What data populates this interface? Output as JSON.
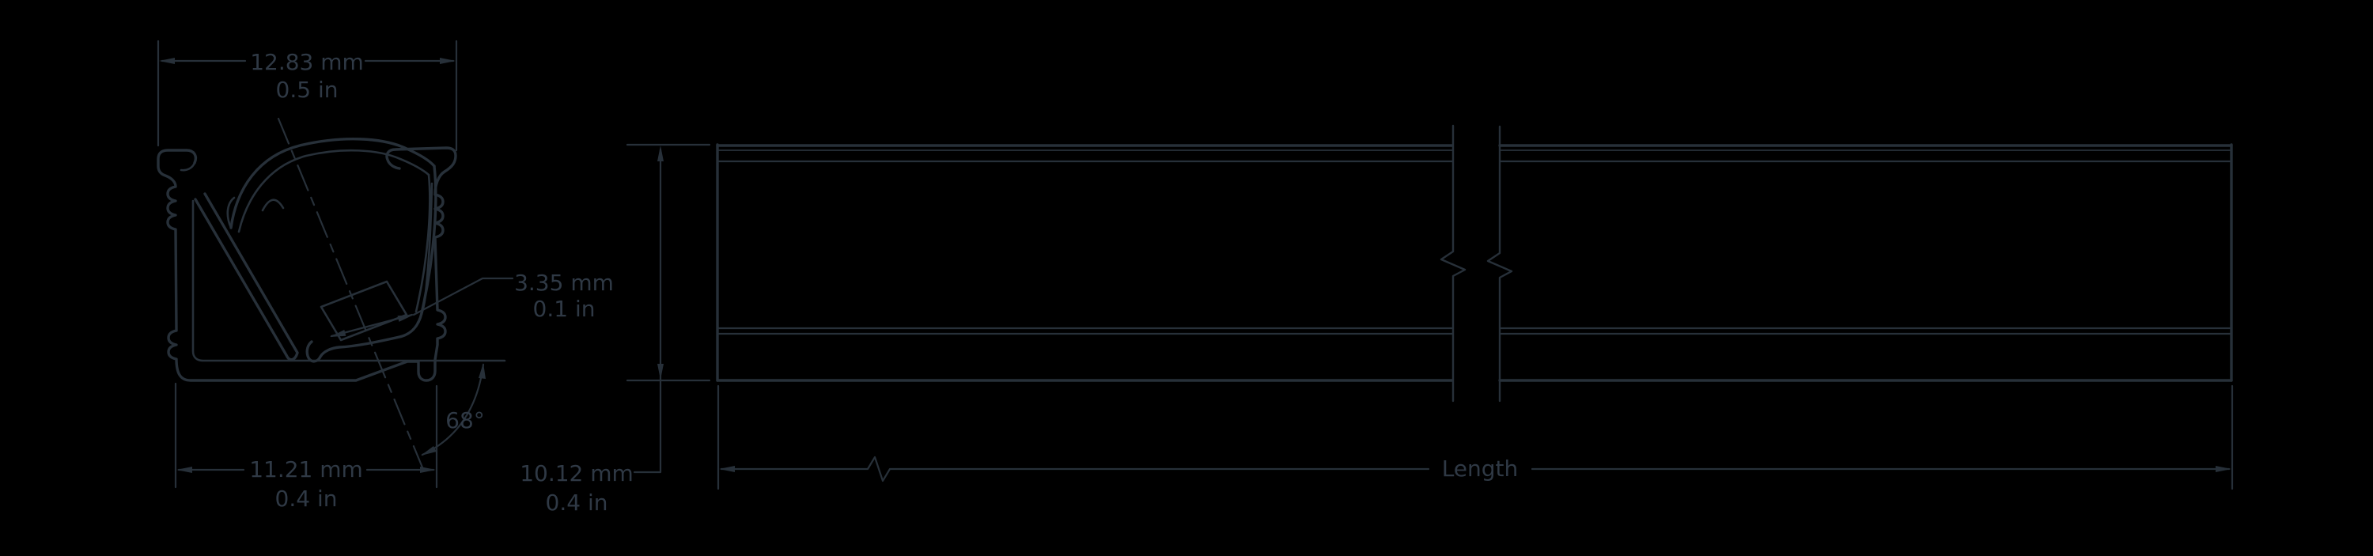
{
  "drawing": {
    "type": "technical-dimension-drawing",
    "subject": "LED corner profile extrusion",
    "colors": {
      "background": "#000000",
      "line": "#273039",
      "text": "#2f3945"
    },
    "cross_section": {
      "top_width": {
        "mm": "12.83 mm",
        "in": "0.5 in"
      },
      "led_slot": {
        "mm": "3.35 mm",
        "in": "0.1 in"
      },
      "angle": "68°",
      "base_width": {
        "mm": "11.21 mm",
        "in": "0.4 in"
      }
    },
    "side_view": {
      "height": {
        "mm": "10.12 mm",
        "in": "0.4 in"
      },
      "length_label": "Length"
    }
  }
}
